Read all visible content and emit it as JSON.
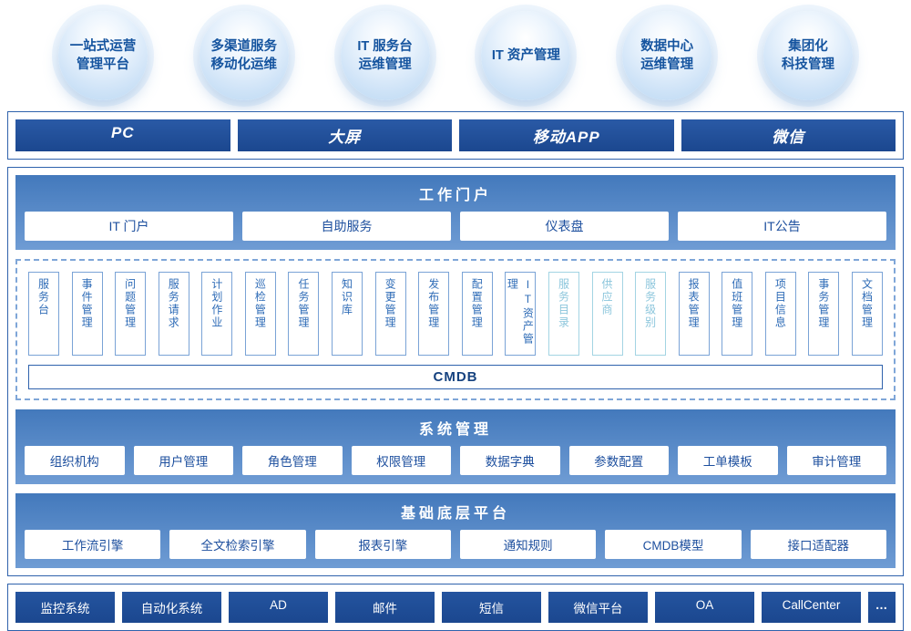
{
  "colors": {
    "primary_dark_blue": "#1e4f9d",
    "panel_gradient_top": "#4379bc",
    "panel_gradient_bottom": "#6f9cd4",
    "border_blue": "#2f62ac",
    "module_text_blue": "#2f6cb7",
    "module_text_light": "#8cc6dc",
    "bubble_text": "#15549f"
  },
  "bubbles": [
    {
      "label": "一站式运营\n管理平台"
    },
    {
      "label": "多渠道服务\n移动化运维"
    },
    {
      "label": "IT 服务台\n运维管理"
    },
    {
      "label": "IT 资产管理"
    },
    {
      "label": "数据中心\n运维管理"
    },
    {
      "label": "集团化\n科技管理"
    }
  ],
  "channels": {
    "items": [
      "PC",
      "大屏",
      "移动APP",
      "微信"
    ]
  },
  "portal": {
    "title": "工作门户",
    "items": [
      "IT 门户",
      "自助服务",
      "仪表盘",
      "IT公告"
    ]
  },
  "modules": {
    "cmdb": "CMDB",
    "items": [
      {
        "label": "服务台",
        "tone": "blue"
      },
      {
        "label": "事件管理",
        "tone": "blue"
      },
      {
        "label": "问题管理",
        "tone": "blue"
      },
      {
        "label": "服务请求",
        "tone": "blue"
      },
      {
        "label": "计划作业",
        "tone": "blue"
      },
      {
        "label": "巡检管理",
        "tone": "blue"
      },
      {
        "label": "任务管理",
        "tone": "blue"
      },
      {
        "label": "知识库",
        "tone": "blue"
      },
      {
        "label": "变更管理",
        "tone": "blue"
      },
      {
        "label": "发布管理",
        "tone": "blue"
      },
      {
        "label": "配置管理",
        "tone": "blue"
      },
      {
        "label": "IT资产管理",
        "tone": "blue"
      },
      {
        "label": "服务目录",
        "tone": "light"
      },
      {
        "label": "供应商",
        "tone": "light"
      },
      {
        "label": "服务级别",
        "tone": "light"
      },
      {
        "label": "报表管理",
        "tone": "blue"
      },
      {
        "label": "值班管理",
        "tone": "blue"
      },
      {
        "label": "项目信息",
        "tone": "blue"
      },
      {
        "label": "事务管理",
        "tone": "blue"
      },
      {
        "label": "文档管理",
        "tone": "blue"
      }
    ]
  },
  "system": {
    "title": "系统管理",
    "items": [
      "组织机构",
      "用户管理",
      "角色管理",
      "权限管理",
      "数据字典",
      "参数配置",
      "工单模板",
      "审计管理"
    ]
  },
  "platform": {
    "title": "基础底层平台",
    "items": [
      "工作流引擎",
      "全文检索引擎",
      "报表引擎",
      "通知规则",
      "CMDB模型",
      "接口适配器"
    ]
  },
  "integrations": {
    "items": [
      "监控系统",
      "自动化系统",
      "AD",
      "邮件",
      "短信",
      "微信平台",
      "OA",
      "CallCenter",
      "…"
    ]
  }
}
